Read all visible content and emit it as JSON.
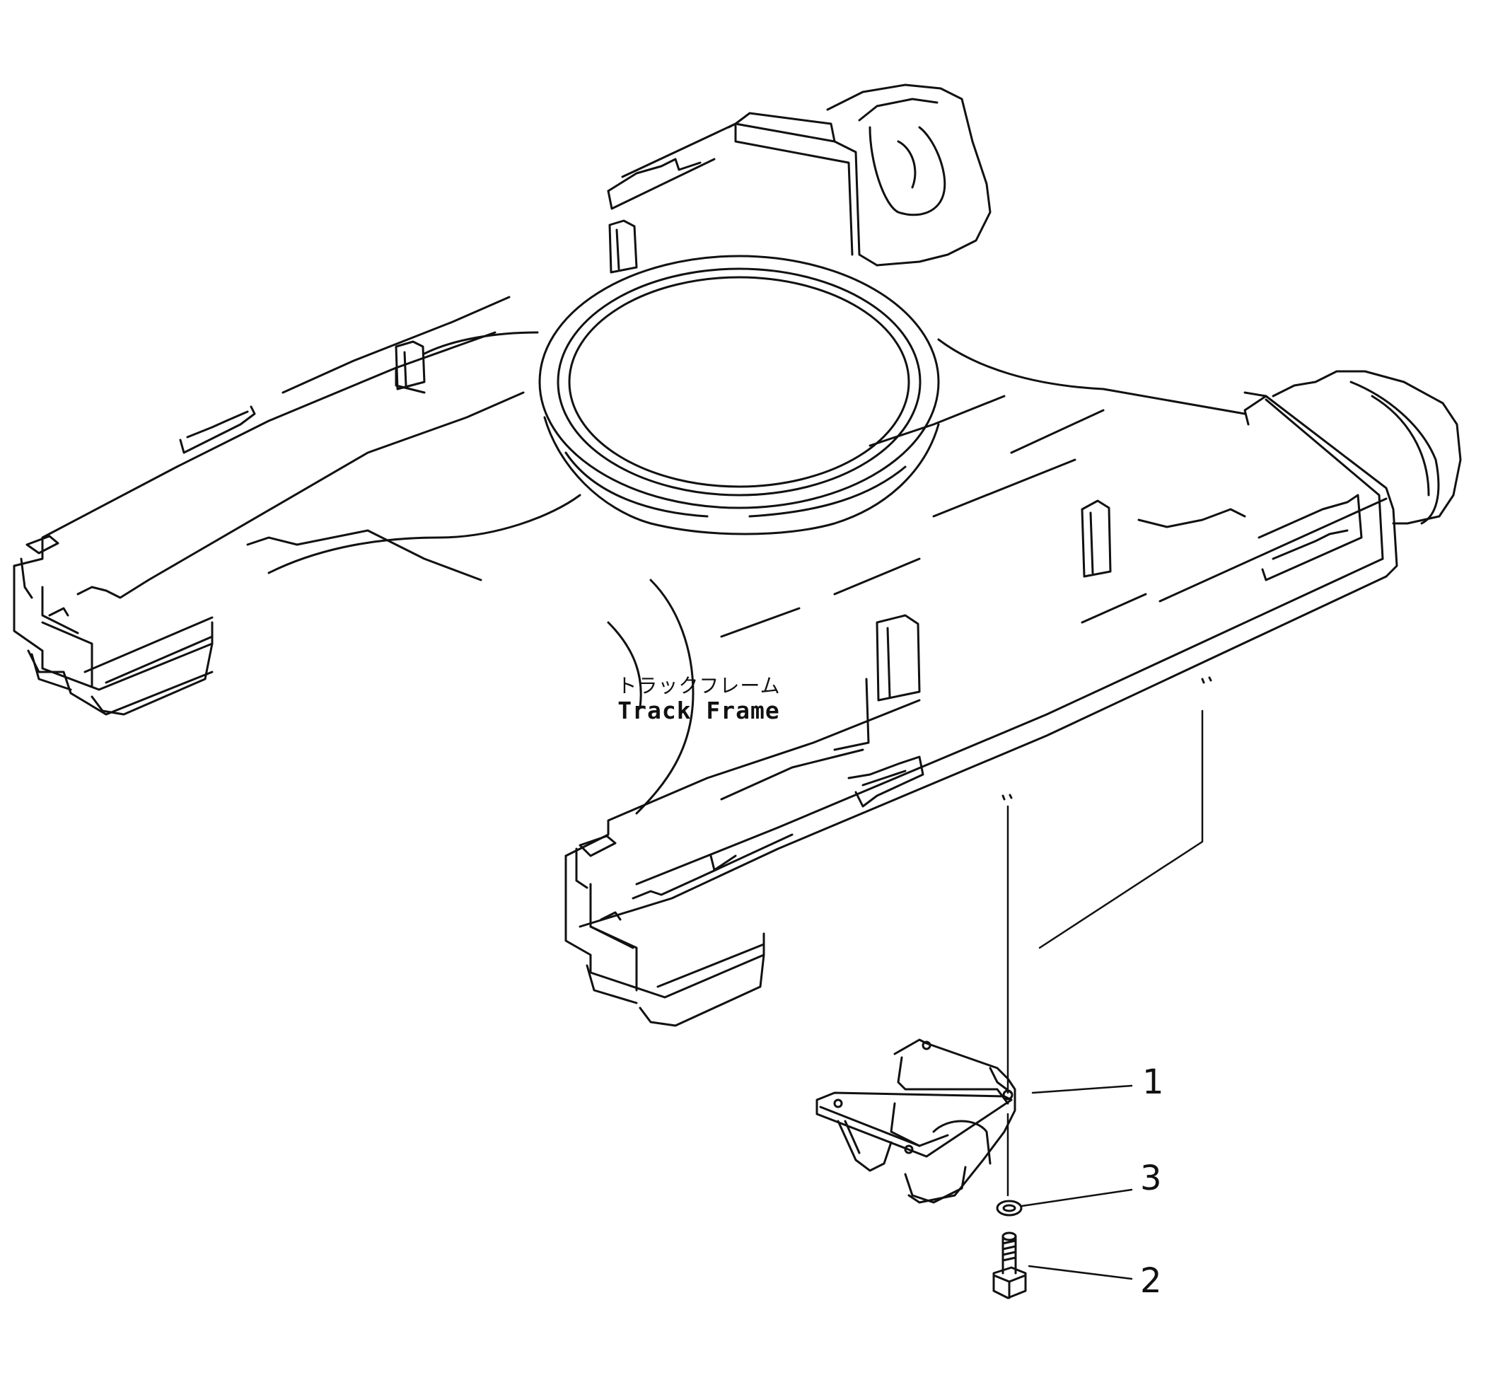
{
  "frame_label": {
    "japanese": "トラックフレーム",
    "english": "Track  Frame"
  },
  "callouts": {
    "bracket": "1",
    "washer": "3",
    "bolt": "2"
  },
  "colors": {
    "line": "#111111",
    "background": "#ffffff"
  }
}
